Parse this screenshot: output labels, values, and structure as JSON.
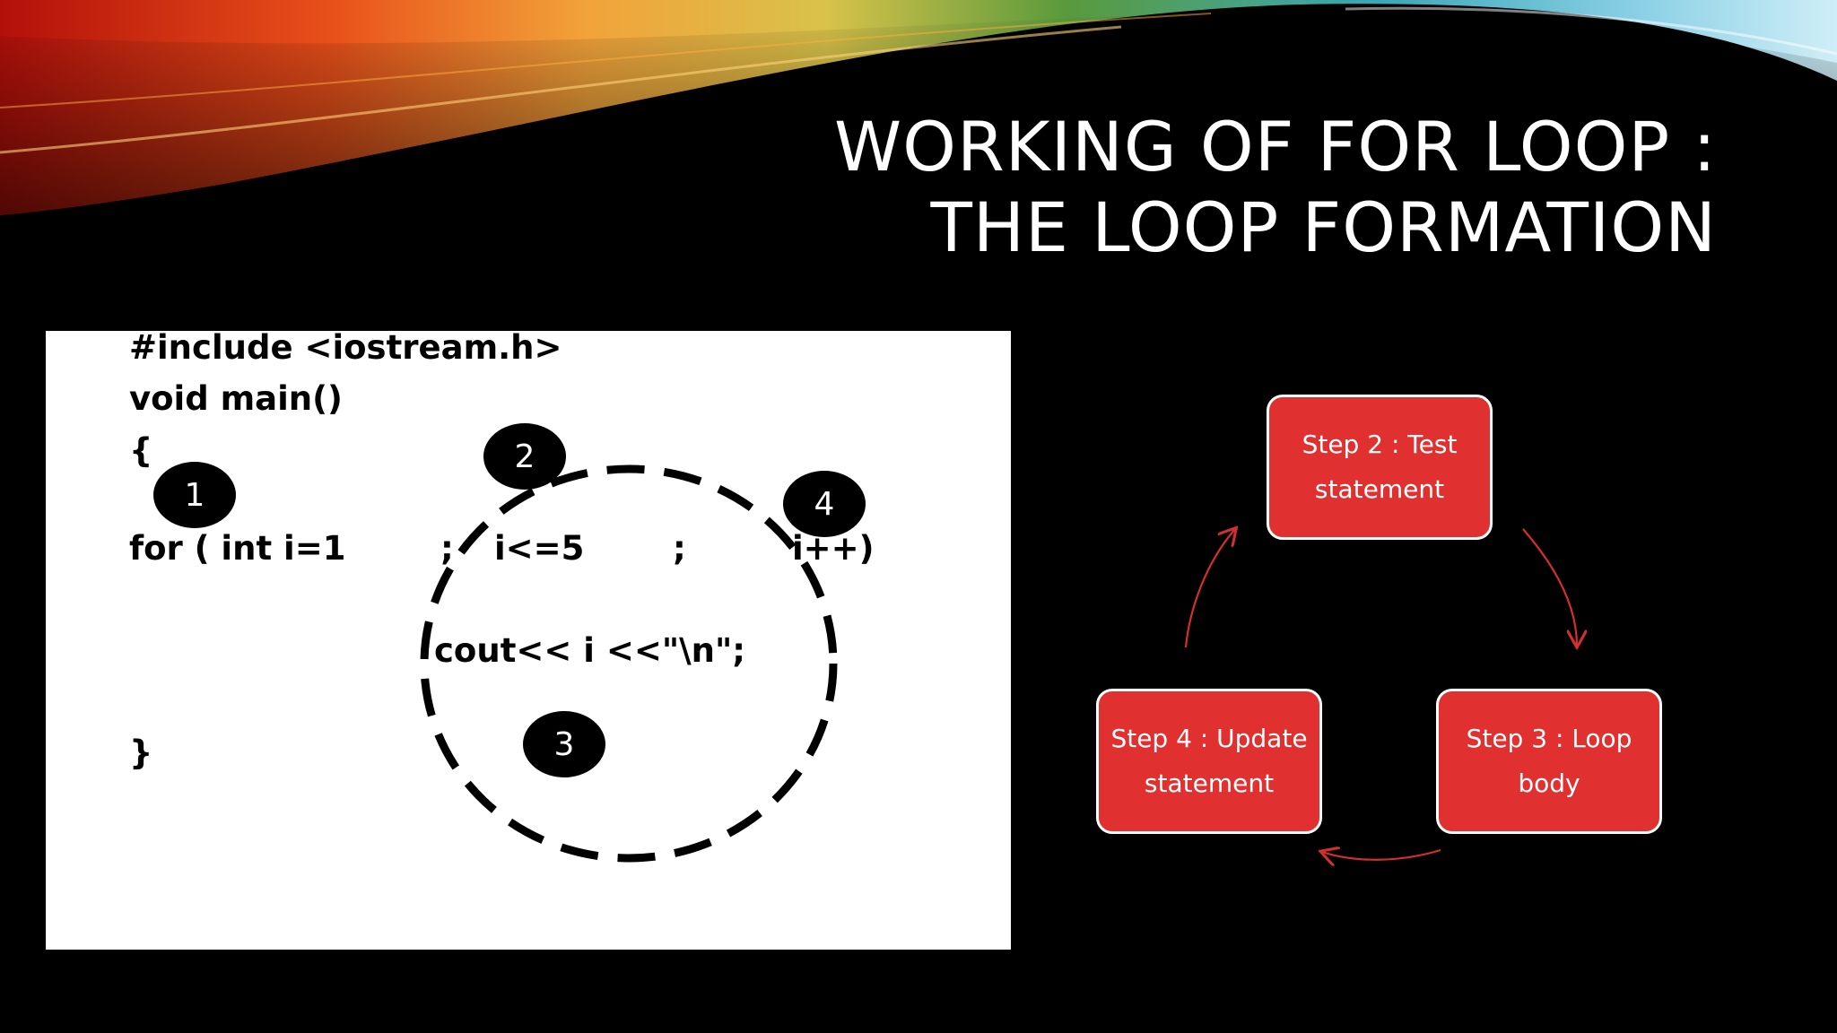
{
  "slide": {
    "title_line1": "WORKING OF FOR LOOP :",
    "title_line2": "THE LOOP FORMATION"
  },
  "code_panel": {
    "line_include": "#include <iostream.h>",
    "line_main": "void main()",
    "open_brace": "{",
    "for_start": "for ( int i=1",
    "semicolon_1": ";",
    "condition": "i<=5",
    "semicolon_2": ";",
    "increment": "i++)",
    "body": "cout<< i  <<\"\\n\";",
    "close_brace": "}",
    "markers": [
      "1",
      "2",
      "3",
      "4"
    ]
  },
  "cycle": {
    "step2": "Step 2 : Test statement",
    "step3": "Step 3 : Loop body",
    "step4": "Step 4 : Update statement"
  },
  "colors": {
    "background": "#000000",
    "step_fill": "#e0302f",
    "arrow": "#d32f2f",
    "title": "#ffffff"
  }
}
